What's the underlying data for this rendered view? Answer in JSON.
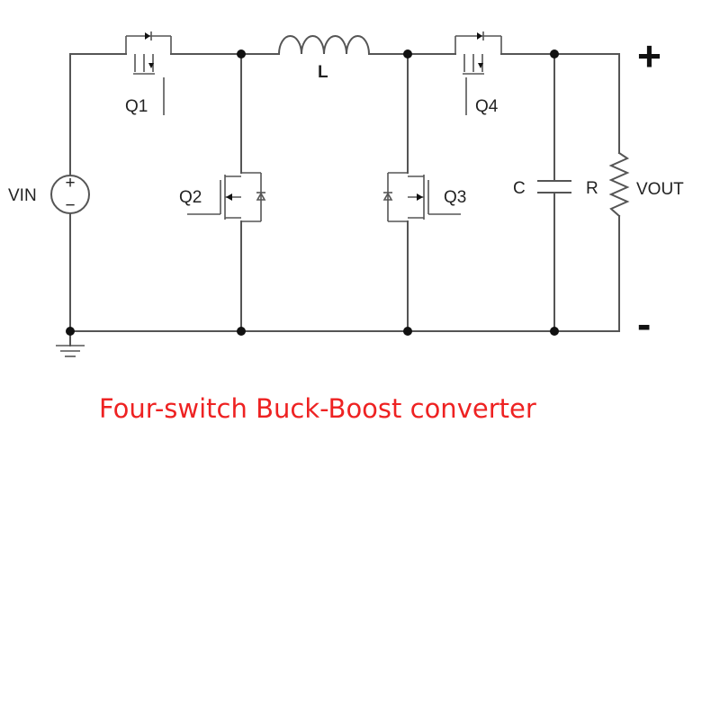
{
  "labels": {
    "vin": "VIN",
    "vin_plus": "+",
    "vin_minus": "−",
    "q1": "Q1",
    "q2": "Q2",
    "q3": "Q3",
    "q4": "Q4",
    "inductor": "L",
    "capacitor": "C",
    "resistor": "R",
    "vout": "VOUT",
    "out_plus": "+",
    "out_minus": "-"
  },
  "caption": "Four-switch Buck-Boost converter",
  "colors": {
    "caption": "#ee2222",
    "wire": "#555555",
    "node": "#111111"
  }
}
